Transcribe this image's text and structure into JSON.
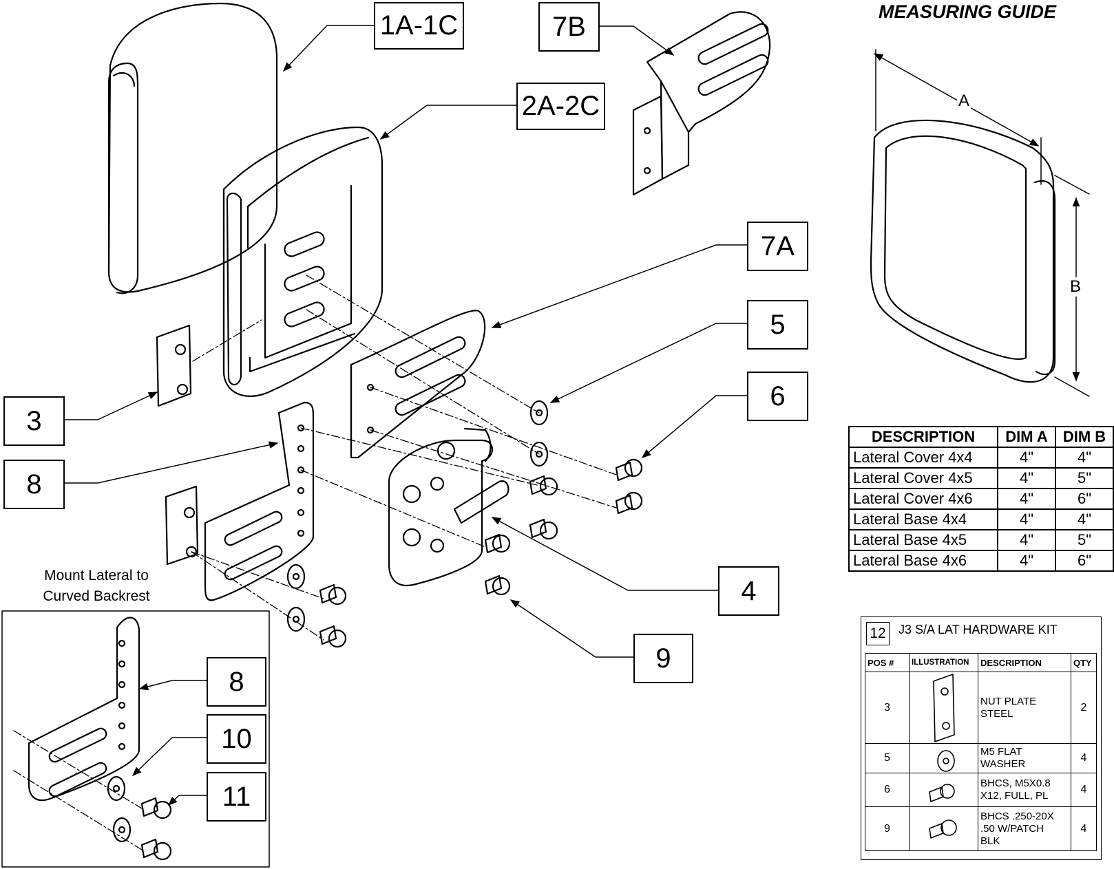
{
  "callouts": {
    "c_1a1c": "1A-1C",
    "c_2a2c": "2A-2C",
    "c_7b": "7B",
    "c_7a": "7A",
    "c_5": "5",
    "c_6": "6",
    "c_3": "3",
    "c_8": "8",
    "c_4": "4",
    "c_9": "9",
    "c_8_inset": "8",
    "c_10": "10",
    "c_11": "11"
  },
  "inset_label": [
    "Mount Lateral to",
    "Curved Backrest"
  ],
  "measuring_guide": {
    "title": "MEASURING GUIDE",
    "dim_a": "A",
    "dim_b": "B"
  },
  "dimension_table": {
    "headers": [
      "DESCRIPTION",
      "DIM A",
      "DIM B"
    ],
    "rows": [
      [
        "Lateral Cover 4x4",
        "4\"",
        "4\""
      ],
      [
        "Lateral Cover 4x5",
        "4\"",
        "5\""
      ],
      [
        "Lateral Cover 4x6",
        "4\"",
        "6\""
      ],
      [
        "Lateral Base 4x4",
        "4\"",
        "4\""
      ],
      [
        "Lateral Base 4x5",
        "4\"",
        "5\""
      ],
      [
        "Lateral Base 4x6",
        "4\"",
        "6\""
      ]
    ]
  },
  "hardware_kit": {
    "number": "12",
    "title": "J3 S/A LAT HARDWARE KIT",
    "headers": [
      "POS #",
      "ILLUSTRATION",
      "DESCRIPTION",
      "QTY"
    ],
    "rows": [
      {
        "pos": "3",
        "desc": [
          "NUT PLATE",
          "STEEL"
        ],
        "qty": "2",
        "icon": "nut-plate-icon"
      },
      {
        "pos": "5",
        "desc": [
          "M5 FLAT",
          "WASHER"
        ],
        "qty": "4",
        "icon": "washer-icon"
      },
      {
        "pos": "6",
        "desc": [
          "BHCS, M5X0.8",
          "X12, FULL, PL"
        ],
        "qty": "4",
        "icon": "screw-icon"
      },
      {
        "pos": "9",
        "desc": [
          "BHCS .250-20X",
          ".50 W/PATCH",
          "BLK"
        ],
        "qty": "4",
        "icon": "screw-icon"
      }
    ]
  }
}
